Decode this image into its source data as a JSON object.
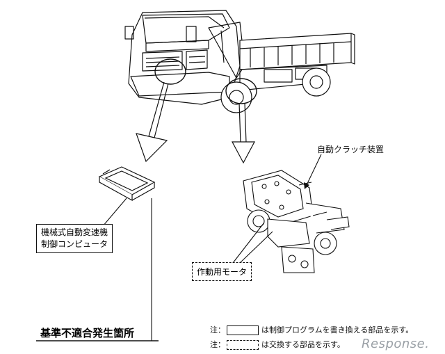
{
  "labels": {
    "clutch_device": "自動クラッチ装置",
    "computer_line1": "機械式自動変速機",
    "computer_line2": "制御コンピュータ",
    "motor": "作動用モータ",
    "noncompliance": "基準不適合発生箇所"
  },
  "notes": {
    "prefix_solid": "注：",
    "text_solid": "は制御プログラムを書き換える部品を示す。",
    "prefix_dashed": "注：",
    "text_dashed": "は交換する部品を示す。"
  },
  "watermark": "Response."
}
